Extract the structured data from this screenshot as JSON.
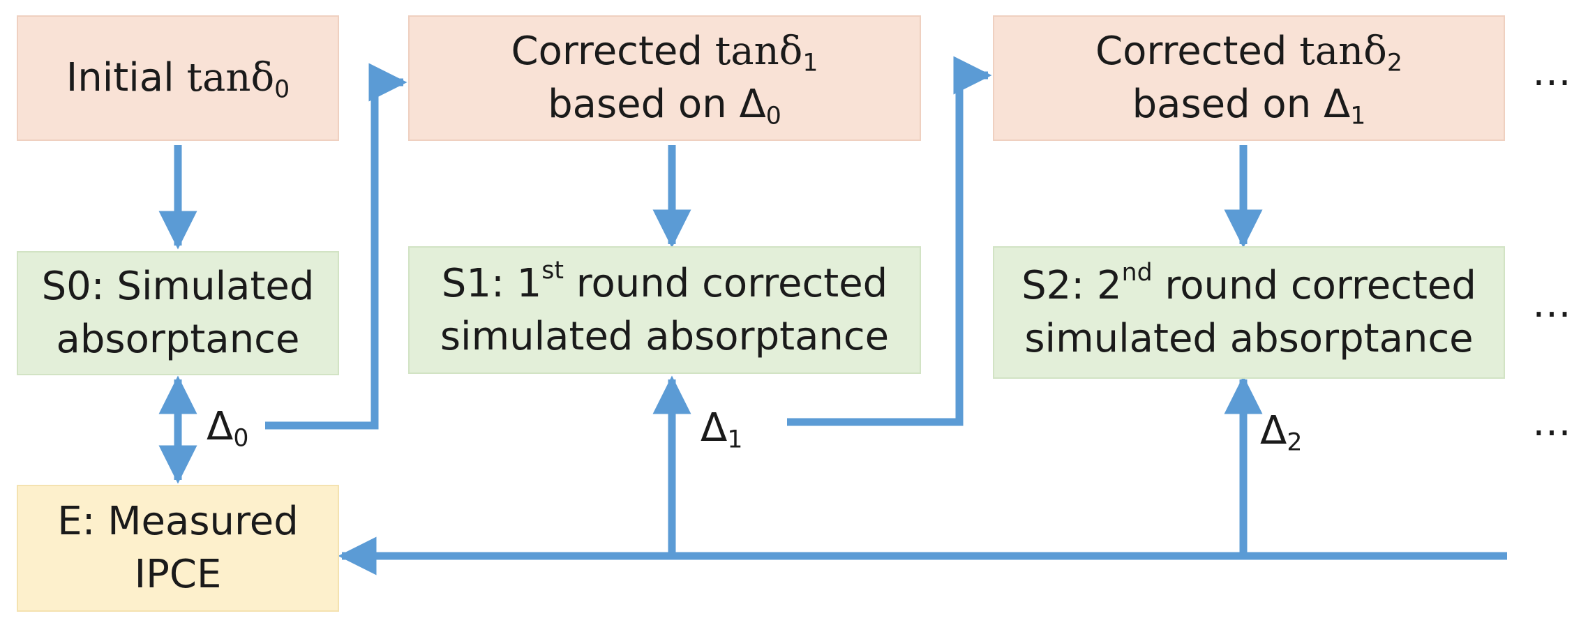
{
  "colors": {
    "arrow": "#5b9bd5",
    "input_box": "#f9e2d6",
    "sim_box": "#e3efd9",
    "measured_box": "#fdf0cc"
  },
  "boxes": {
    "initial": {
      "pre": "Initial ",
      "func": "tan",
      "sym": "δ",
      "sub": "0"
    },
    "corrected1": {
      "pre": "Corrected ",
      "func": "tan",
      "sym": "δ",
      "sub": "1",
      "line2_pre": "based on Δ",
      "line2_sub": "0"
    },
    "corrected2": {
      "pre": "Corrected ",
      "func": "tan",
      "sym": "δ",
      "sub": "2",
      "line2_pre": "based on Δ",
      "line2_sub": "1"
    },
    "s0": {
      "line1": "S0: Simulated",
      "line2": "absorptance"
    },
    "s1": {
      "pre": "S1: 1",
      "sup": "st",
      "post": " round corrected",
      "line2": "simulated absorptance"
    },
    "s2": {
      "pre": "S2: 2",
      "sup": "nd",
      "post": " round corrected",
      "line2": "simulated absorptance"
    },
    "e": {
      "line1": "E: Measured",
      "line2": "IPCE"
    }
  },
  "deltas": [
    {
      "sym": "Δ",
      "sub": "0"
    },
    {
      "sym": "Δ",
      "sub": "1"
    },
    {
      "sym": "Δ",
      "sub": "2"
    }
  ],
  "continuation": "⋯"
}
